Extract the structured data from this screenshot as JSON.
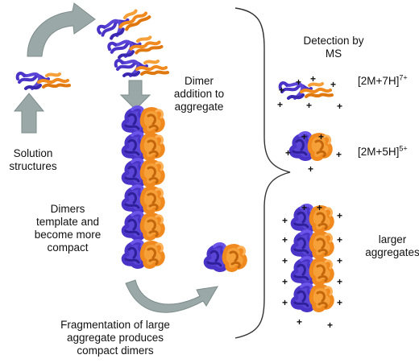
{
  "labels": {
    "solution_structures": [
      "Solution",
      "structures"
    ],
    "dimer_addition": [
      "Dimer",
      "addition to",
      "aggregate"
    ],
    "dimers_template": [
      "Dimers",
      "template and",
      "become more",
      "compact"
    ],
    "fragmentation": [
      "Fragmentation of large",
      "aggregate produces",
      "compact dimers"
    ],
    "detection": [
      "Detection by",
      "MS"
    ],
    "ion1_base": "[2M+7H]",
    "ion1_charge": "7+",
    "ion2_base": "[2M+5H]",
    "ion2_charge": "5+",
    "larger": [
      "larger",
      "aggregates"
    ]
  },
  "charge_symbol": "+",
  "colors": {
    "monomer_a": "#4a34c8",
    "monomer_b": "#f08a1e",
    "arrow": "#9aa8a8",
    "arrow_edge": "#7d8b8b",
    "bracket": "#333333"
  },
  "icons": {
    "dimer": "protein-dimer-icon",
    "arrow": "process-arrow-icon"
  }
}
